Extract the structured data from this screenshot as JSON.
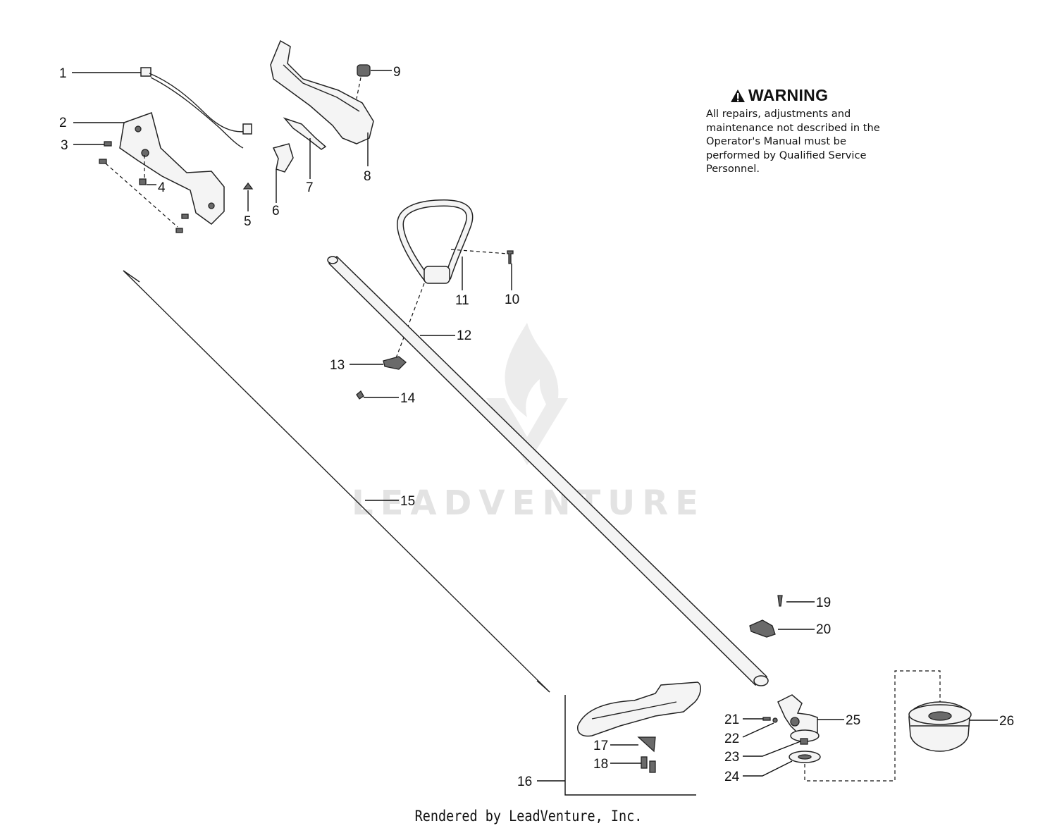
{
  "warning": {
    "title": "WARNING",
    "body": "All repairs, adjustments and maintenance not described in the Operator's Manual must be performed by Qualified Service Personnel."
  },
  "footer": "Rendered by LeadVenture, Inc.",
  "watermark": "LEADVENTURE",
  "callouts": {
    "c1": "1",
    "c2": "2",
    "c3": "3",
    "c4": "4",
    "c5": "5",
    "c6": "6",
    "c7": "7",
    "c8": "8",
    "c9": "9",
    "c10": "10",
    "c11": "11",
    "c12": "12",
    "c13": "13",
    "c14": "14",
    "c15": "15",
    "c16": "16",
    "c17": "17",
    "c18": "18",
    "c19": "19",
    "c20": "20",
    "c21": "21",
    "c22": "22",
    "c23": "23",
    "c24": "24",
    "c25": "25",
    "c26": "26"
  },
  "icons": {
    "warning": "warning-triangle-icon",
    "watermark": "flame-logo-icon"
  }
}
